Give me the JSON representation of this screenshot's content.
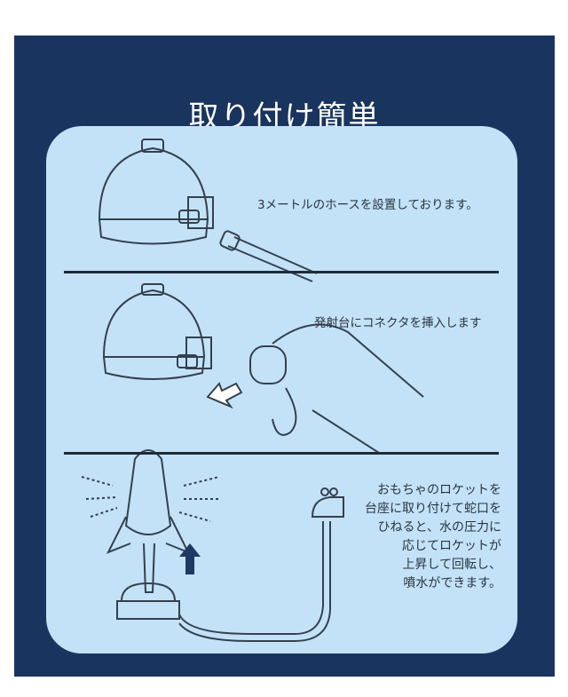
{
  "title": "取り付け簡単",
  "steps": [
    {
      "caption": "3メートルのホースを設置しております。"
    },
    {
      "caption": "発射台にコネクタを挿入します"
    },
    {
      "caption_lines": [
        "おもちゃのロケットを",
        "台座に取り付けて蛇口を",
        "ひねると、水の圧力に",
        "応じてロケットが",
        "上昇して回転し、",
        "噴水ができます。"
      ]
    }
  ],
  "colors": {
    "panel": "#19355f",
    "card": "#c3e2f7",
    "line": "#1f2b3a"
  }
}
